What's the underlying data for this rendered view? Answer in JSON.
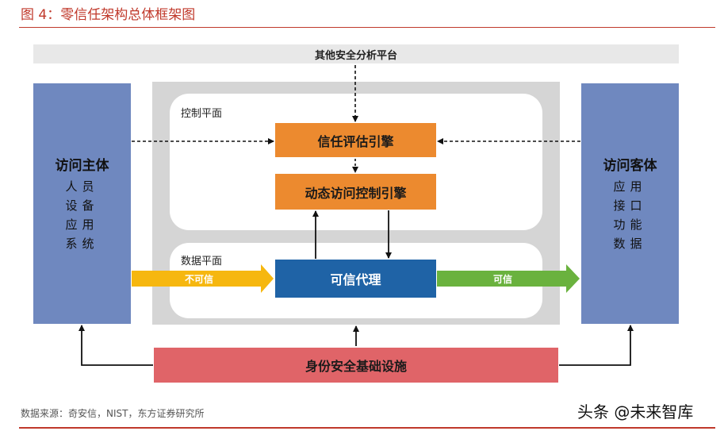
{
  "title": "图 4：零信任架构总体框架图",
  "platform_label": "其他安全分析平台",
  "subject": {
    "title": "访问主体",
    "items": [
      "人员",
      "设备",
      "应用",
      "系统"
    ]
  },
  "object": {
    "title": "访问客体",
    "items": [
      "应用",
      "接口",
      "功能",
      "数据"
    ]
  },
  "control_plane_label": "控制平面",
  "data_plane_label": "数据平面",
  "trust_engine": "信任评估引擎",
  "access_engine": "动态访问控制引擎",
  "proxy": "可信代理",
  "untrusted_label": "不可信",
  "trusted_label": "可信",
  "infra": "身份安全基础设施",
  "source": "数据来源：奇安信，NIST，东方证券研究所",
  "watermark": "头条 @未来智库",
  "colors": {
    "title_red": "#c0392b",
    "side_blue": "#6f88bf",
    "engine_orange": "#ec8a2f",
    "proxy_blue": "#1f63a6",
    "infra_red": "#e06468",
    "untrusted_yellow": "#f6b70f",
    "trusted_green": "#6ab23e"
  }
}
